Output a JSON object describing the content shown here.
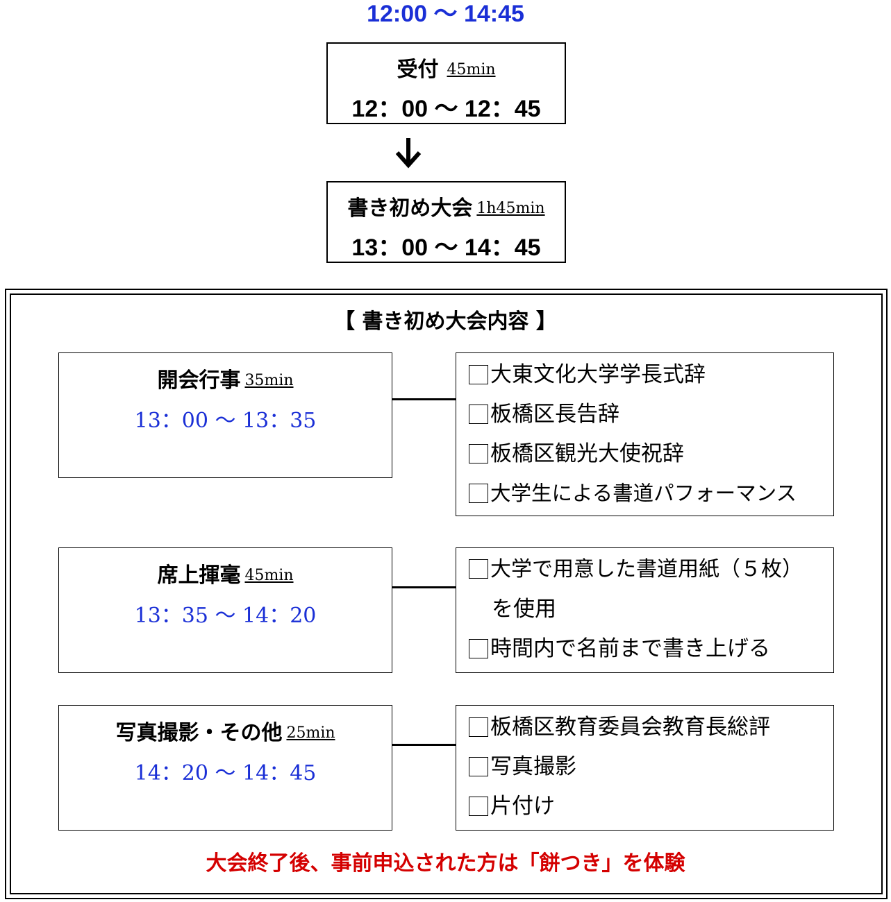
{
  "header": {
    "time_range": "12:00 ～ 14:45"
  },
  "stages": [
    {
      "name": "受付",
      "duration": "45min",
      "time": "12：00 ～ 12：45"
    },
    {
      "name": "書き初め大会",
      "duration": "1h45min",
      "time": "13：00 ～ 14：45"
    }
  ],
  "content": {
    "title": "【 書き初め大会内容 】",
    "segments": [
      {
        "name": "開会行事",
        "duration": "35min",
        "time": "13：00 ～ 13：35",
        "tasks": [
          "大東文化大学学長式辞",
          "板橋区長告辞",
          "板橋区観光大使祝辞",
          "大学生による書道パフォーマンス"
        ]
      },
      {
        "name": "席上揮毫",
        "duration": "45min",
        "time": "13：35 ～ 14：20",
        "tasks": [
          "大学で用意した書道用紙（５枚）",
          "を使用",
          "時間内で名前まで書き上げる"
        ]
      },
      {
        "name": "写真撮影・その他",
        "duration": "25min",
        "time": "14：20 ～ 14：45",
        "tasks": [
          "板橋区教育委員会教育長総評",
          "写真撮影",
          "片付け"
        ]
      }
    ],
    "footer_note": "大会終了後、事前申込された方は「餅つき」を体験"
  },
  "colors": {
    "blue_text": "#1a2fd6",
    "red_text": "#d40000"
  },
  "icons": {
    "arrow": "arrow-down-icon",
    "checkbox": "checkbox-icon"
  }
}
